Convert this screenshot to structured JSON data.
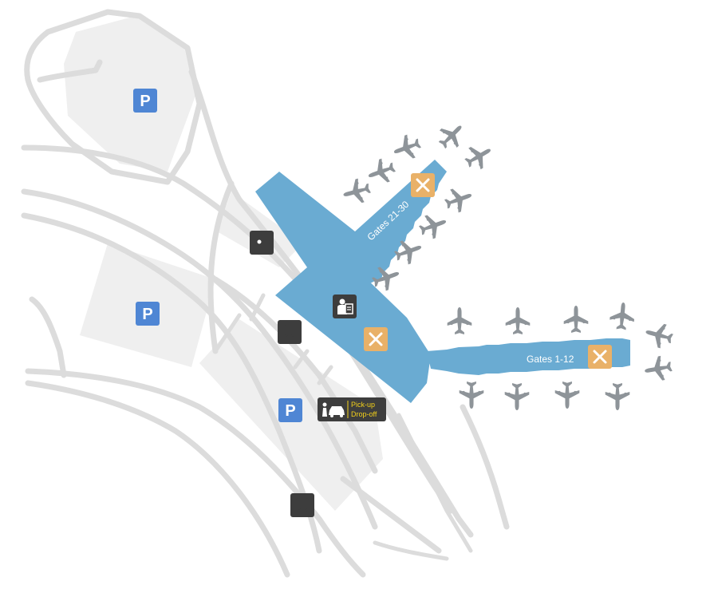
{
  "map": {
    "gate_labels": {
      "concourse_north": "Gates 21-30",
      "concourse_east": "Gates 1-12"
    },
    "parking_symbol": "P",
    "pickup_dropoff": {
      "line1": "Pick-up",
      "line2": "Drop-off"
    },
    "icons": [
      "parking-icon",
      "hotel-icon",
      "bus-icon",
      "security-icon",
      "restaurant-icon",
      "car-pickup-icon",
      "airplane-icon"
    ],
    "colors": {
      "terminal": "#6aabd2",
      "roads": "#dcdcdc",
      "lots": "#efefef",
      "parking_badge": "#4f86d4",
      "restaurant_badge": "#e9b168",
      "dark_badge": "#3d3d3d",
      "pickup_text": "#f4d11a",
      "airplane": "#8e9499"
    }
  }
}
